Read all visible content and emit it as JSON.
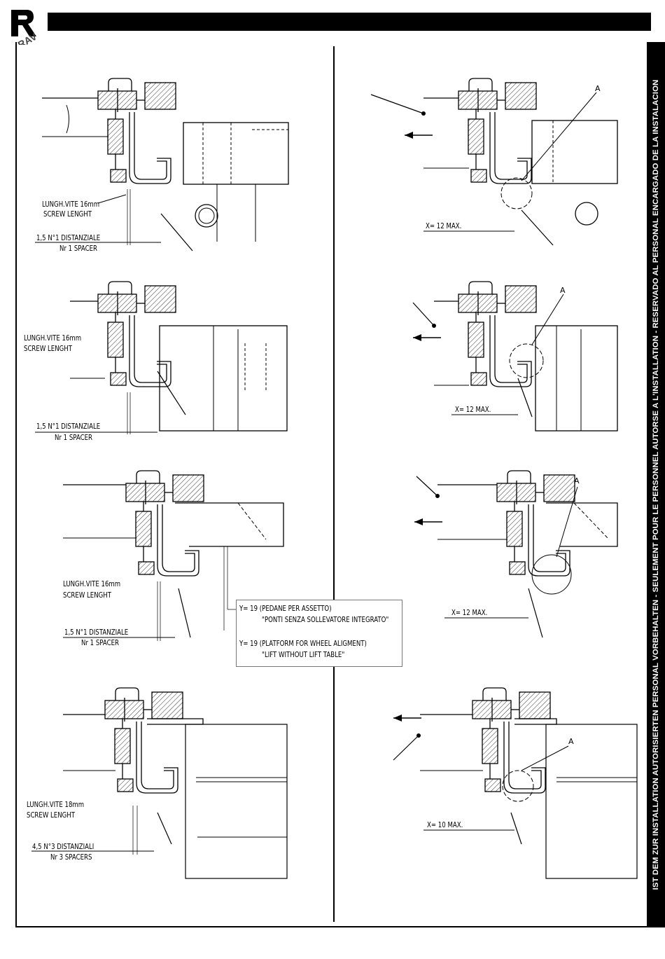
{
  "header": {
    "logo_text": "RAV"
  },
  "sidebar": {
    "text": "IST DEM ZUR INSTALLATION AUTORISIERTEN PERSONAL VORBEHALTEN - SEULEMENT POUR LE PERSONNEL AUTORSE A L'INSTALLATION - RESERVADO AL PERSONAL ENCARGADO DE LA INSTALACION"
  },
  "left_column": [
    {
      "screw_it": "LUNGH.VITE 16mm",
      "screw_en": "SCREW LENGHT",
      "spacer_it": "1,5  N°1 DISTANZIALE",
      "spacer_en": "Nr 1 SPACER"
    },
    {
      "screw_it": "LUNGH.VITE 16mm",
      "screw_en": "SCREW LENGHT",
      "spacer_it": "1,5  N°1 DISTANZIALE",
      "spacer_en": "Nr 1 SPACER"
    },
    {
      "screw_it": "LUNGH.VITE 16mm",
      "screw_en": "SCREW LENGHT",
      "spacer_it": "1,5  N°1 DISTANZIALE",
      "spacer_en": "Nr 1 SPACER"
    },
    {
      "screw_it": "LUNGH.VITE 18mm",
      "screw_en": "SCREW LENGHT",
      "spacer_it": "4,5  N°3 DISTANZIALI",
      "spacer_en": "Nr 3 SPACERS"
    }
  ],
  "note": {
    "line1": "Y= 19 (PEDANE PER ASSETTO)",
    "line2": "\"PONTI SENZA SOLLEVATORE INTEGRATO\"",
    "line3": "Y= 19 (PLATFORM FOR WHEEL ALIGMENT)",
    "line4": "\"LIFT WITHOUT LIFT TABLE\""
  },
  "right_column": [
    {
      "x_label": "X=  12  MAX.",
      "detail": "A"
    },
    {
      "x_label": "X=  12  MAX.",
      "detail": "A"
    },
    {
      "x_label": "X=  12  MAX.",
      "detail": "A"
    },
    {
      "x_label": "X=  10  MAX.",
      "detail": "A"
    }
  ]
}
